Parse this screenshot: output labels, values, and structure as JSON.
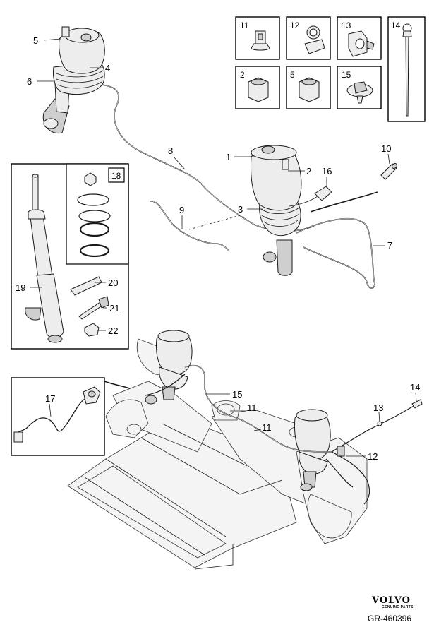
{
  "callouts": {
    "c1": "1",
    "c2": "2",
    "c3": "3",
    "c4": "4",
    "c5": "5",
    "c6": "6",
    "c7": "7",
    "c8": "8",
    "c9": "9",
    "c10": "10",
    "c11a": "11",
    "c11b": "11",
    "c12": "12",
    "c13": "13",
    "c14": "14",
    "c15": "15",
    "c16": "16",
    "c17": "17",
    "c19": "19",
    "c20": "20",
    "c21": "21",
    "c22": "22"
  },
  "hardware_boxes": [
    {
      "label": "11",
      "icon": "clip-icon"
    },
    {
      "label": "12",
      "icon": "ring-clip-icon"
    },
    {
      "label": "13",
      "icon": "bracket-clip-icon"
    },
    {
      "label": "14",
      "icon": "cable-tie-icon"
    },
    {
      "label": "2",
      "icon": "nut-icon"
    },
    {
      "label": "5",
      "icon": "nut-icon"
    },
    {
      "label": "15",
      "icon": "push-clip-icon"
    }
  ],
  "kit_label": "18",
  "brand": {
    "logo": "VOLVO",
    "sub": "GENUINE PARTS",
    "reference": "GR-460396"
  }
}
